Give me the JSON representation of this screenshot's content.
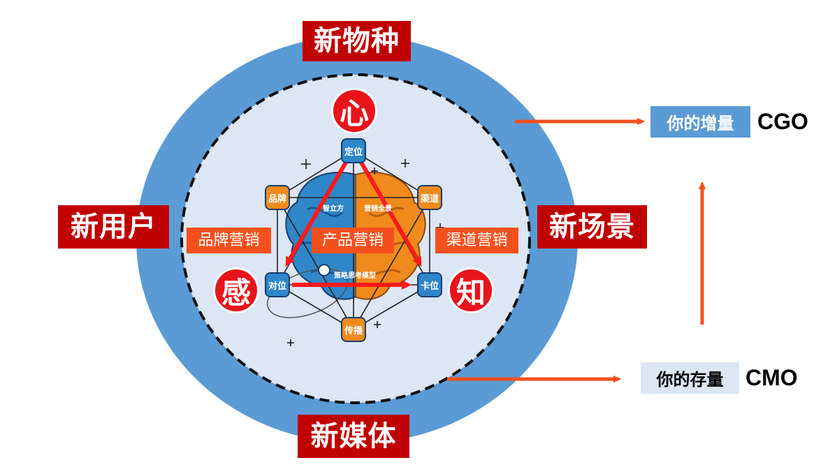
{
  "outer_labels": {
    "top": "新物种",
    "left": "新用户",
    "right": "新场景",
    "bottom": "新媒体"
  },
  "marketing_labels": {
    "brand": "品牌营销",
    "product": "产品营销",
    "channel": "渠道营销"
  },
  "circle_chars": {
    "heart": "心",
    "feel": "感",
    "know": "知"
  },
  "nodes": {
    "top": "定位",
    "top_left": "品牌",
    "top_right": "渠道",
    "left": "对位",
    "right": "卡位",
    "bottom": "传播"
  },
  "brain_texts": {
    "brand_name": "智立方",
    "title": "营销全景",
    "subtitle": "策略思考模型"
  },
  "roles": {
    "growth": {
      "tag": "你的增量",
      "role": "CGO"
    },
    "stock": {
      "tag": "你的存量",
      "role": "CMO"
    }
  },
  "colors": {
    "outer_ring": "#5b9bd5",
    "inner_fill": "#dce6f4",
    "red_label": "#c00000",
    "orange_label": "#f4501e",
    "arrow": "#f4501e",
    "triangle": "#ff1a1a",
    "growth_tag": "#5b9bd5",
    "stock_tag": "#dce6f4",
    "brain_blue": "#2f86c8",
    "brain_orange": "#f08a1c"
  },
  "icons": [
    "star-icon",
    "rocket-icon",
    "cube-icon"
  ]
}
